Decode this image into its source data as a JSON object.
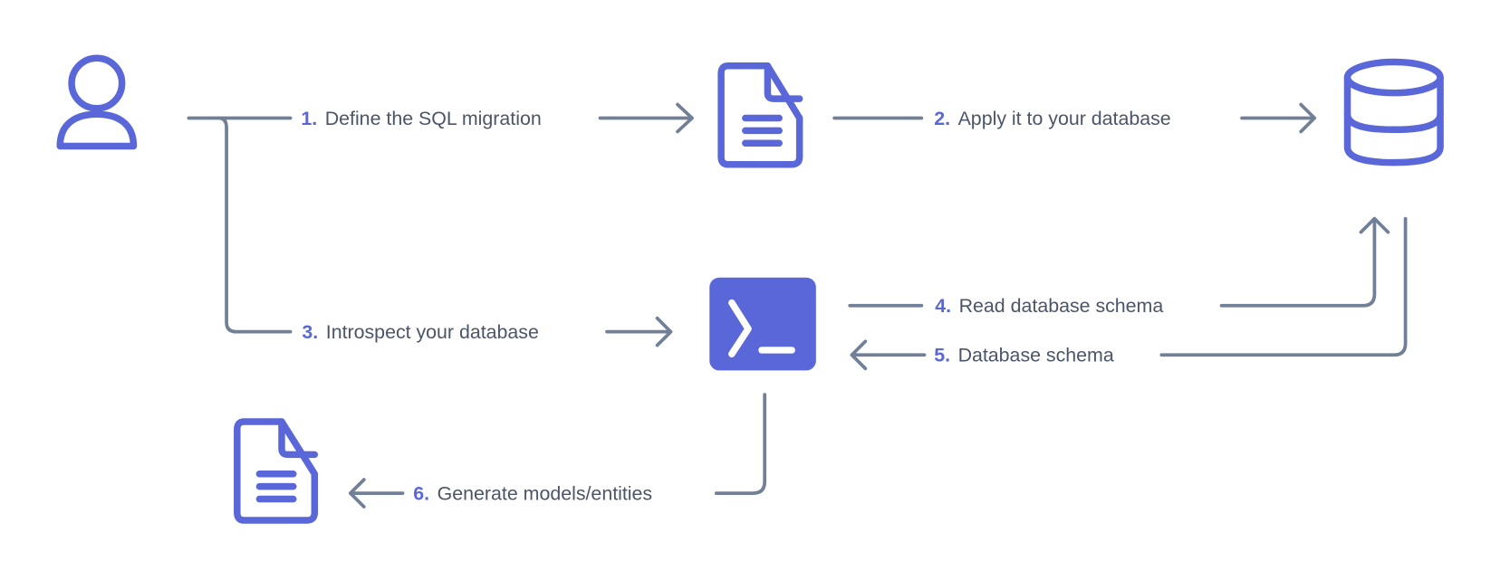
{
  "colors": {
    "accent": "#5a67d8",
    "line": "#718096",
    "text": "#4a5568"
  },
  "nodes": {
    "user": {
      "icon": "user-icon"
    },
    "migration_file": {
      "icon": "document-icon"
    },
    "database": {
      "icon": "database-icon"
    },
    "cli": {
      "icon": "terminal-icon"
    },
    "models_file": {
      "icon": "document-icon"
    }
  },
  "steps": [
    {
      "num": "1.",
      "label": "Define the SQL migration"
    },
    {
      "num": "2.",
      "label": "Apply it to your database"
    },
    {
      "num": "3.",
      "label": "Introspect your database"
    },
    {
      "num": "4.",
      "label": "Read database schema"
    },
    {
      "num": "5.",
      "label": "Database schema"
    },
    {
      "num": "6.",
      "label": "Generate models/entities"
    }
  ]
}
